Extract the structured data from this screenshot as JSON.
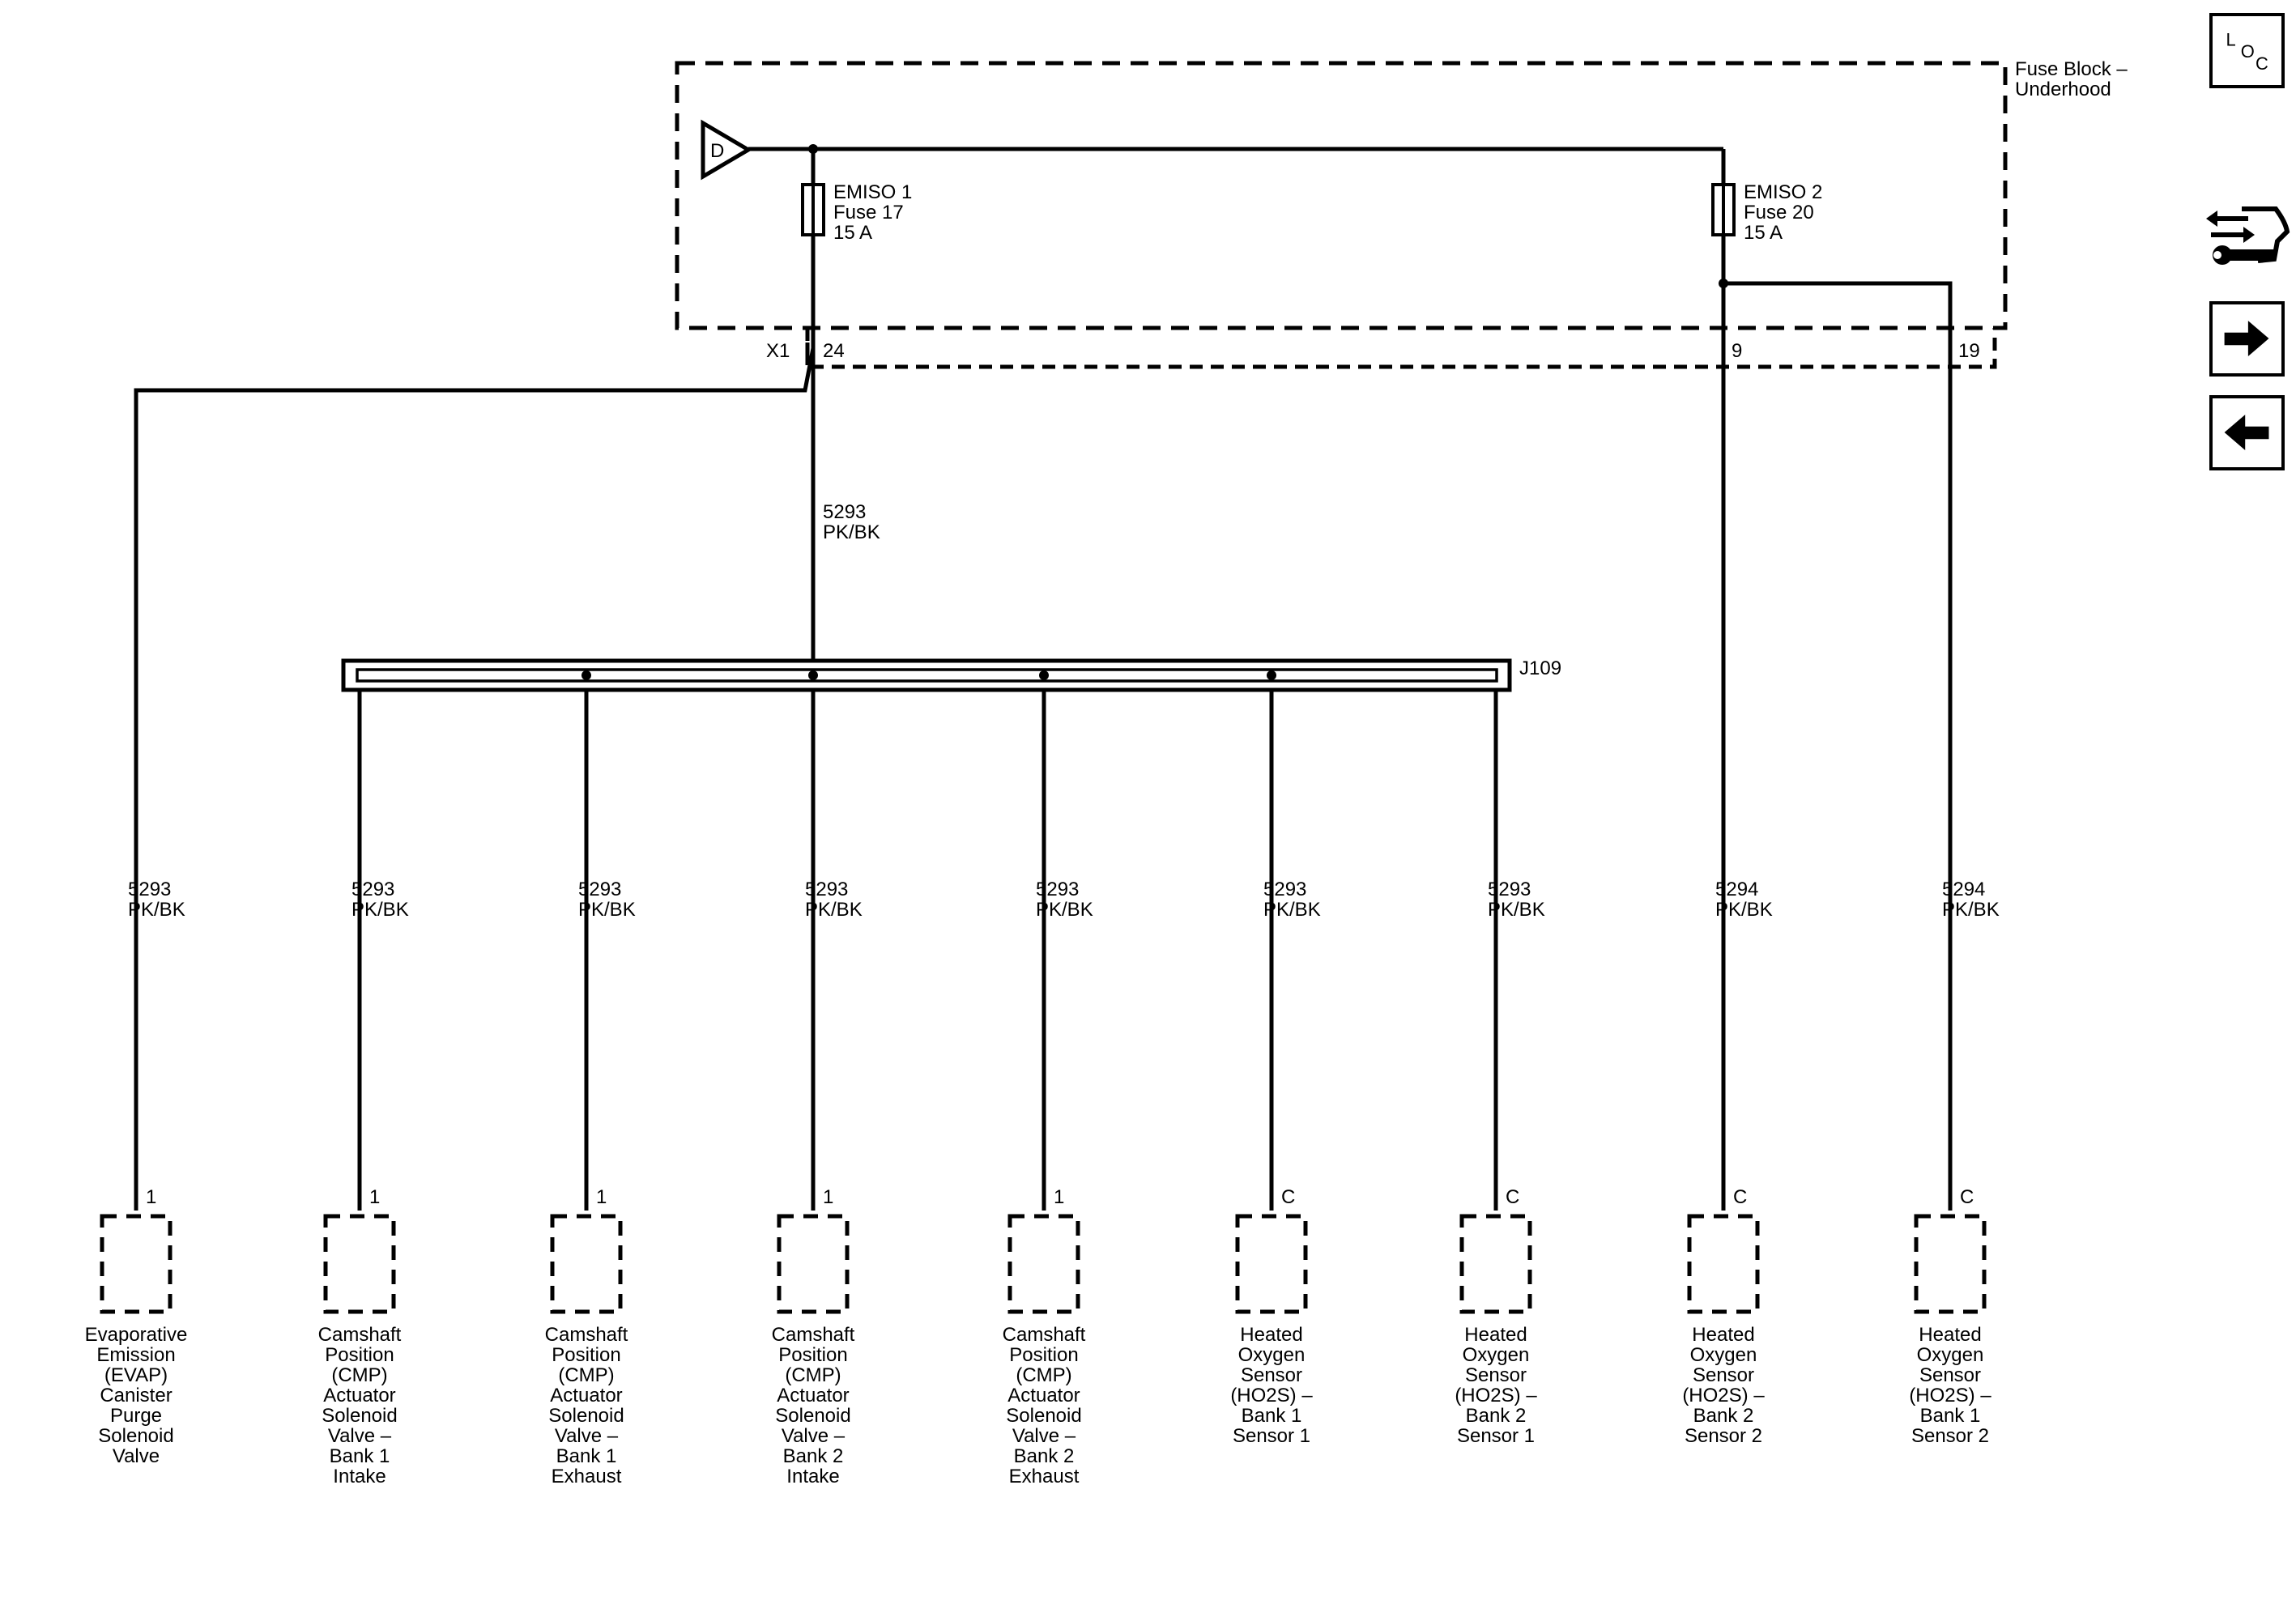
{
  "fuse_block": {
    "title_line1": "Fuse Block –",
    "title_line2": "Underhood",
    "source_symbol": "D"
  },
  "fuses": [
    {
      "name": "EMISO 1",
      "fuse": "Fuse 17",
      "rating": "15 A"
    },
    {
      "name": "EMISO 2",
      "fuse": "Fuse 20",
      "rating": "15 A"
    }
  ],
  "connector_labels": {
    "x1": "X1",
    "pin_24": "24",
    "pin_9": "9",
    "pin_19": "19"
  },
  "trunk_wire": {
    "circuit": "5293",
    "color": "PK/BK"
  },
  "splice": {
    "name": "J109"
  },
  "components": [
    {
      "pin": "1",
      "circuit": "5293",
      "color": "PK/BK",
      "lines": [
        "Evaporative",
        "Emission",
        "(EVAP)",
        "Canister",
        "Purge",
        "Solenoid",
        "Valve"
      ]
    },
    {
      "pin": "1",
      "circuit": "5293",
      "color": "PK/BK",
      "lines": [
        "Camshaft",
        "Position",
        "(CMP)",
        "Actuator",
        "Solenoid",
        "Valve –",
        "Bank 1",
        "Intake"
      ]
    },
    {
      "pin": "1",
      "circuit": "5293",
      "color": "PK/BK",
      "lines": [
        "Camshaft",
        "Position",
        "(CMP)",
        "Actuator",
        "Solenoid",
        "Valve –",
        "Bank 1",
        "Exhaust"
      ]
    },
    {
      "pin": "1",
      "circuit": "5293",
      "color": "PK/BK",
      "lines": [
        "Camshaft",
        "Position",
        "(CMP)",
        "Actuator",
        "Solenoid",
        "Valve –",
        "Bank 2",
        "Intake"
      ]
    },
    {
      "pin": "1",
      "circuit": "5293",
      "color": "PK/BK",
      "lines": [
        "Camshaft",
        "Position",
        "(CMP)",
        "Actuator",
        "Solenoid",
        "Valve –",
        "Bank 2",
        "Exhaust"
      ]
    },
    {
      "pin": "C",
      "circuit": "5293",
      "color": "PK/BK",
      "lines": [
        "Heated",
        "Oxygen",
        "Sensor",
        "(HO2S) –",
        "Bank 1",
        "Sensor 1"
      ]
    },
    {
      "pin": "C",
      "circuit": "5293",
      "color": "PK/BK",
      "lines": [
        "Heated",
        "Oxygen",
        "Sensor",
        "(HO2S) –",
        "Bank 2",
        "Sensor 1"
      ]
    },
    {
      "pin": "C",
      "circuit": "5294",
      "color": "PK/BK",
      "lines": [
        "Heated",
        "Oxygen",
        "Sensor",
        "(HO2S) –",
        "Bank 2",
        "Sensor 2"
      ]
    },
    {
      "pin": "C",
      "circuit": "5294",
      "color": "PK/BK",
      "lines": [
        "Heated",
        "Oxygen",
        "Sensor",
        "(HO2S) –",
        "Bank 1",
        "Sensor 2"
      ]
    }
  ],
  "nav": {
    "loc": {
      "l": "L",
      "o": "O",
      "c": "C"
    },
    "diag_icon": "diagnostic-wrench-icon",
    "forward_icon": "arrow-right-icon",
    "back_icon": "arrow-left-icon"
  }
}
